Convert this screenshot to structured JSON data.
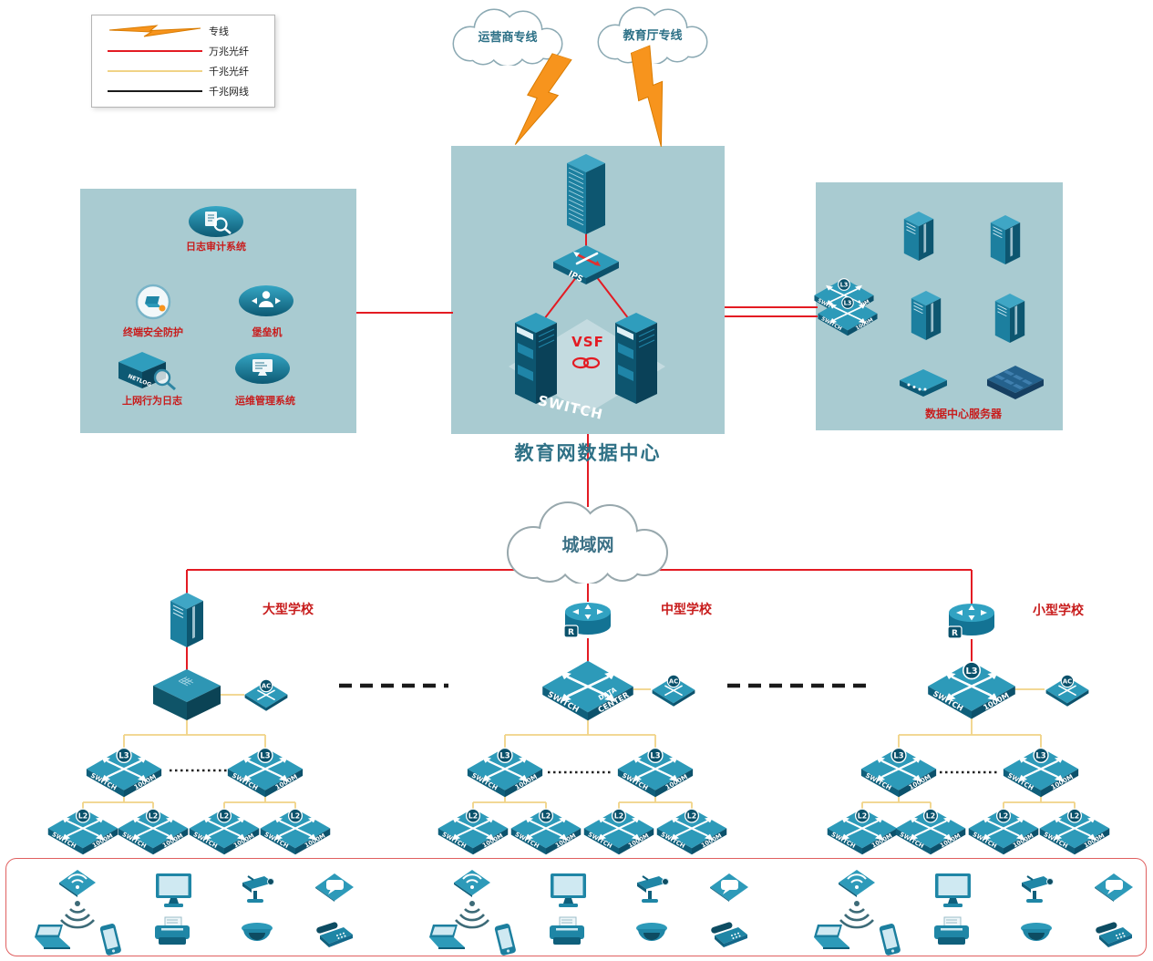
{
  "legend": {
    "items": [
      {
        "label": "专线"
      },
      {
        "label": "万兆光纤"
      },
      {
        "label": "千兆光纤"
      },
      {
        "label": "千兆网线"
      }
    ]
  },
  "clouds": {
    "carrier": "运营商专线",
    "education": "教育厅专线",
    "man": "城域网"
  },
  "datacenter": {
    "title": "教育网数据中心",
    "vsf_label": "VSF",
    "switch_label": "SWITCH",
    "ips_label": "IPS"
  },
  "security_box": {
    "log_audit": "日志审计系统",
    "terminal_security": "终端安全防护",
    "bastion": "堡垒机",
    "netlog_label": "NETLOG",
    "net_behavior": "上网行为日志",
    "ops_mgmt": "运维管理系统"
  },
  "server_box": {
    "label": "数据中心服务器"
  },
  "schools": [
    {
      "name": "大型学校"
    },
    {
      "name": "中型学校"
    },
    {
      "name": "小型学校"
    }
  ],
  "device_labels": {
    "switch": "SWITCH",
    "speed": "1000M",
    "l3": "L3",
    "l2": "L2",
    "ac": "AC",
    "r": "R",
    "data": "DATA",
    "center": "CENTER"
  },
  "colors": {
    "red_line": "#e31b23",
    "yellow_line": "#f0d386",
    "black_line": "#1a1a1a",
    "lightning": "#f7941d",
    "box_bg": "#a9cbd1"
  }
}
